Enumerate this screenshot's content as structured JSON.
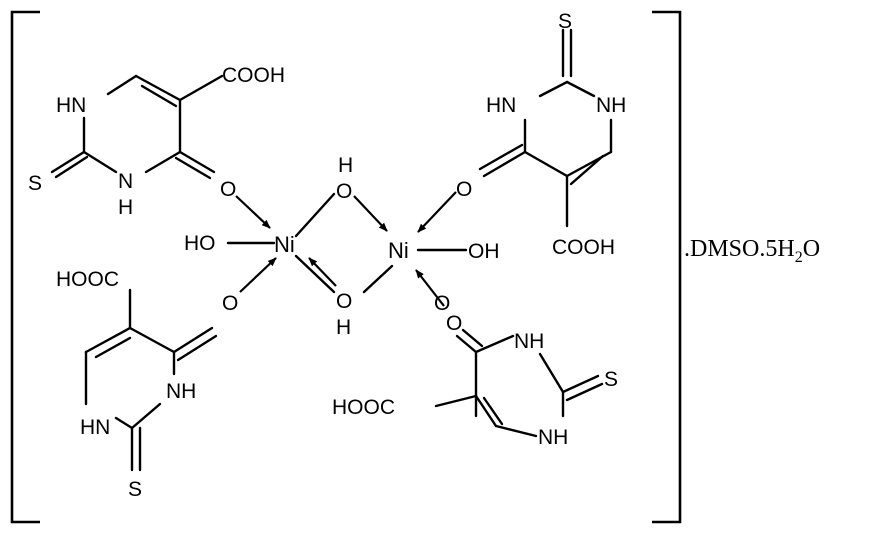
{
  "atoms": {
    "ni": "Ni",
    "o": "O",
    "h": "H",
    "s": "S",
    "nh": "NH",
    "hn": "HN",
    "n": "N",
    "cooh": "COOH",
    "hooc": "HOOC",
    "ho": "HO",
    "oh": "OH"
  },
  "solvate": {
    "prefix": ".DMSO.5H",
    "sub": "2",
    "suffix": "O"
  }
}
